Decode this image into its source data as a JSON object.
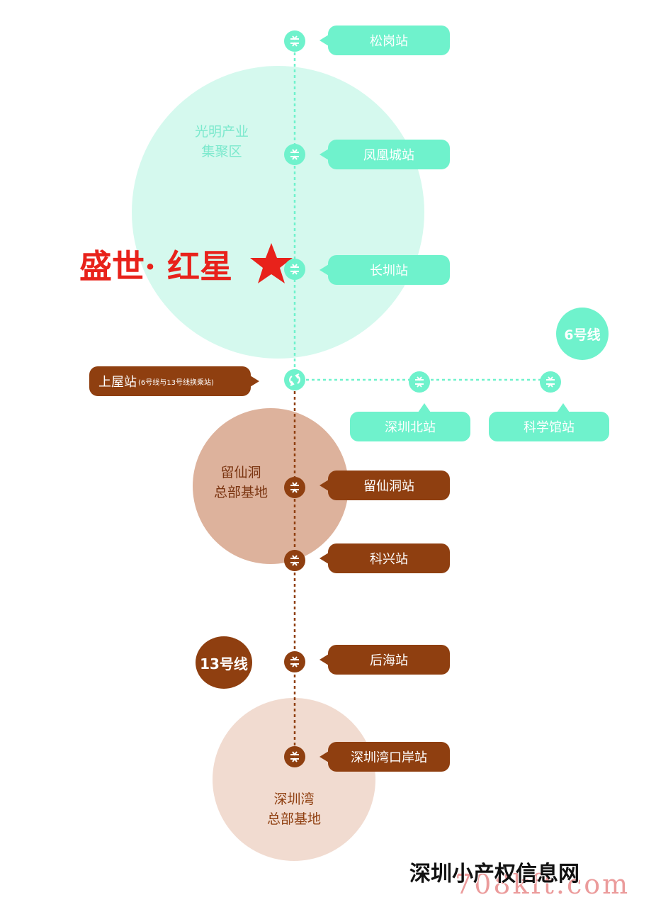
{
  "colors": {
    "line6": "#6ff2cc",
    "line13": "#8f3f10",
    "guangming_area": "#d5f9ee",
    "liuxiandong_area": "#ddb29c",
    "shenzhenwan_area": "#f1dbd0",
    "project": "#e8221b"
  },
  "project": {
    "name": "盛世· 红星",
    "icon": "star-icon"
  },
  "areas": {
    "guangming": "光明产业\n集聚区",
    "liuxiandong": "留仙洞\n总部基地",
    "shenzhenwan": "深圳湾\n总部基地"
  },
  "lines": {
    "line6": "6号线",
    "line13": "13号线"
  },
  "stations": {
    "songgang": "松岗站",
    "fenghuangcheng": "凤凰城站",
    "changzhen": "长圳站",
    "shangwu": "上屋站",
    "shangwu_note": "(6号线与13号线换乘站)",
    "shenzhenbei": "深圳北站",
    "kexueguan": "科学馆站",
    "liuxiandong": "留仙洞站",
    "kexing": "科兴站",
    "houhai": "后海站",
    "shenzhenwankouan": "深圳湾口岸站"
  },
  "watermark": {
    "site_name": "深圳小产权信息网",
    "site_url": "708kft.com"
  }
}
